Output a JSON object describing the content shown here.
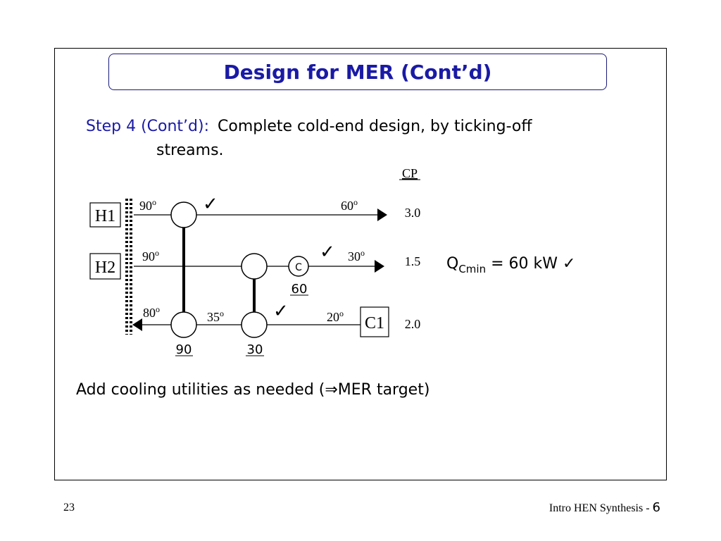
{
  "title": "Design for MER (Cont’d)",
  "step": {
    "label": "Step 4 (Cont’d):",
    "text1": "Complete cold-end design, by ticking-off",
    "text2": "streams."
  },
  "diagram": {
    "cp_header": "CP",
    "streams": [
      {
        "name": "H1",
        "t_in": "90",
        "t_out": "60",
        "cp": "3.0"
      },
      {
        "name": "H2",
        "t_in": "90",
        "t_out": "30",
        "cp": "1.5"
      },
      {
        "name": "C1",
        "t_in": "20",
        "t_mid": "35",
        "t_out": "80",
        "cp": "2.0"
      }
    ],
    "degree_sup": "o",
    "cooler_label": "C",
    "duties": {
      "exchanger1": "90",
      "exchanger2": "30",
      "cooler": "60"
    },
    "check_mark": "✓",
    "qcmin": {
      "q": "Q",
      "sub": "Cmin",
      "value": " = 60 kW ✓"
    }
  },
  "bottom_text": "Add cooling utilities as needed (⇒MER target)",
  "footer": {
    "slide_number": "23",
    "course": "Intro HEN Synthesis - ",
    "page": "6"
  }
}
